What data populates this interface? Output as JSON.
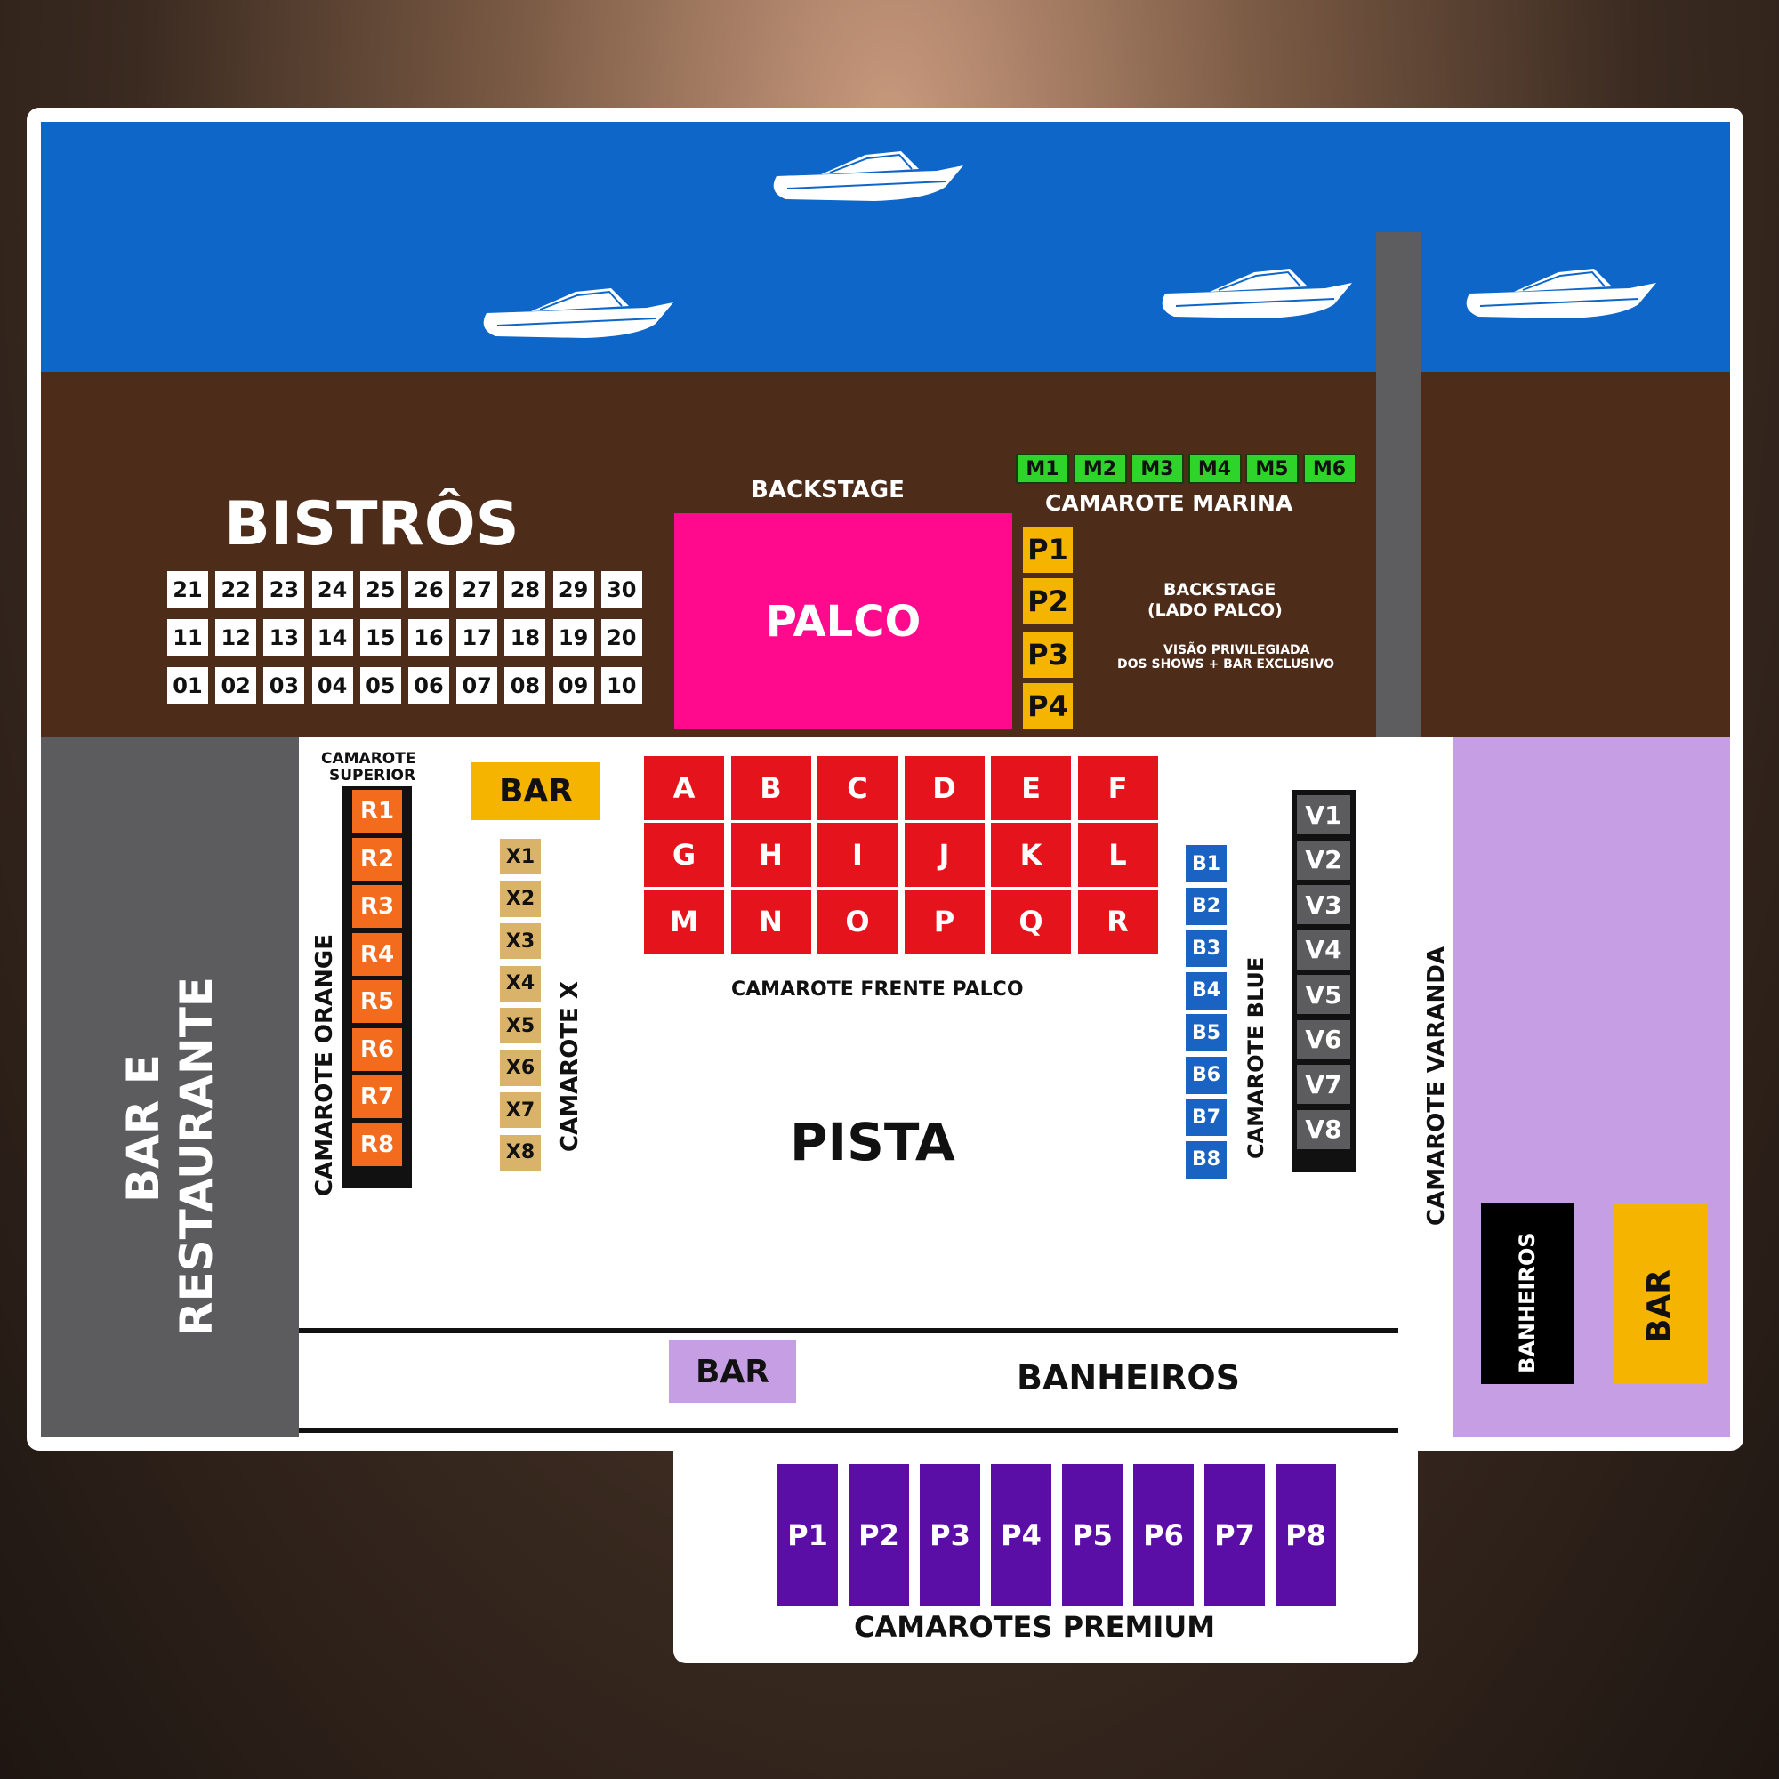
{
  "bistros": {
    "title": "BISTRÔS",
    "rows": [
      [
        "21",
        "22",
        "23",
        "24",
        "25",
        "26",
        "27",
        "28",
        "29",
        "30"
      ],
      [
        "11",
        "12",
        "13",
        "14",
        "15",
        "16",
        "17",
        "18",
        "19",
        "20"
      ],
      [
        "01",
        "02",
        "03",
        "04",
        "05",
        "06",
        "07",
        "08",
        "09",
        "10"
      ]
    ]
  },
  "backstage_label": "BACKSTAGE",
  "stage_label": "PALCO",
  "marina": {
    "label": "CAMAROTE MARINA",
    "boxes": [
      "M1",
      "M2",
      "M3",
      "M4",
      "M5",
      "M6"
    ]
  },
  "stage_side_boxes": [
    "P1",
    "P2",
    "P3",
    "P4"
  ],
  "backstage_side": {
    "line1": "BACKSTAGE",
    "line2": "(LADO PALCO)",
    "note1": "VISÃO PRIVILEGIADA",
    "note2": "DOS SHOWS + BAR EXCLUSIVO"
  },
  "bar_restaurante": {
    "line1": "BAR E",
    "line2": "RESTAURANTE"
  },
  "camarote_superior": {
    "line1": "CAMAROTE",
    "line2": "SUPERIOR"
  },
  "camarote_orange": {
    "label": "CAMAROTE ORANGE",
    "boxes": [
      "R1",
      "R2",
      "R3",
      "R4",
      "R5",
      "R6",
      "R7",
      "R8"
    ]
  },
  "bar_top": "BAR",
  "camarote_x": {
    "label": "CAMAROTE X",
    "boxes": [
      "X1",
      "X2",
      "X3",
      "X4",
      "X5",
      "X6",
      "X7",
      "X8"
    ]
  },
  "frente_palco": {
    "label": "CAMAROTE FRENTE PALCO",
    "boxes": [
      "A",
      "B",
      "C",
      "D",
      "E",
      "F",
      "G",
      "H",
      "I",
      "J",
      "K",
      "L",
      "M",
      "N",
      "O",
      "P",
      "Q",
      "R"
    ]
  },
  "pista": "PISTA",
  "camarote_blue": {
    "label": "CAMAROTE BLUE",
    "boxes": [
      "B1",
      "B2",
      "B3",
      "B4",
      "B5",
      "B6",
      "B7",
      "B8"
    ]
  },
  "camarote_varanda": {
    "label": "CAMAROTE VARANDA",
    "boxes": [
      "V1",
      "V2",
      "V3",
      "V4",
      "V5",
      "V6",
      "V7",
      "V8"
    ]
  },
  "bar_bottom": "BAR",
  "banheiros_bottom": "BANHEIROS",
  "banheiros_side": "BANHEIROS",
  "bar_side": "BAR",
  "premium": {
    "label": "CAMAROTES PREMIUM",
    "boxes": [
      "P1",
      "P2",
      "P3",
      "P4",
      "P5",
      "P6",
      "P7",
      "P8"
    ]
  },
  "colors": {
    "water": "#0e66c9",
    "earth": "#4e2c1a",
    "stage": "#ff0a8c",
    "red": "#e5131b",
    "orange": "#f36b1d",
    "gold": "#d9b36a",
    "blue": "#1a63c3",
    "gray": "#5c5b5e",
    "yellow": "#f5b400",
    "green": "#2fd42a",
    "purple": "#5a0ea6",
    "lilac": "#c69ee3"
  },
  "icons": [
    "boat-icon"
  ]
}
